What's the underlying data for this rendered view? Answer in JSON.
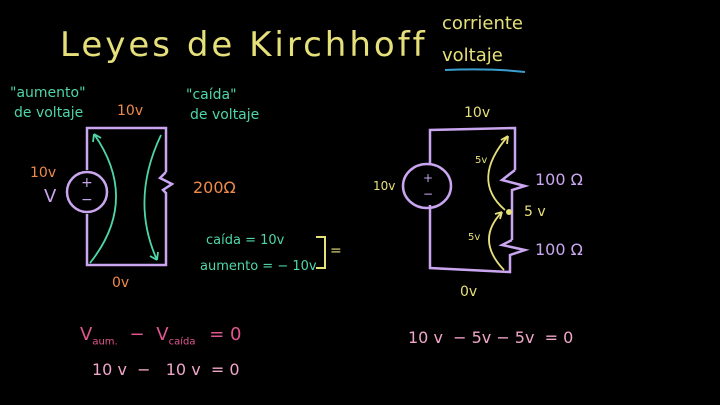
{
  "title": "Leyes de Kirchhoff",
  "topics": {
    "current": "corriente",
    "voltage": "voltaje"
  },
  "colors": {
    "background": "#000000",
    "title": "#e6e07a",
    "labels_teal": "#4fd6a8",
    "values_orange": "#f08a4b",
    "wire_lavender": "#c9a6ef",
    "equation_pink": "#e0568e",
    "equation_light_pink": "#f0a6c8",
    "underline_blue": "#3a9fd0",
    "arrow_yellow": "#e6e07a"
  },
  "left_circuit": {
    "rise_label": "\"aumento\"",
    "rise_label_2": "de voltaje",
    "drop_label": "\"caída\"",
    "drop_label_2": "de voltaje",
    "top_voltage": "10v",
    "bottom_voltage": "0v",
    "source_voltage": "10v",
    "source_symbol": "V",
    "source_plus": "+",
    "source_minus": "−",
    "resistor": "200Ω",
    "drop_eq": "caída = 10v",
    "rise_eq": "aumento = − 10v",
    "bracket_eq": "="
  },
  "right_circuit": {
    "top_voltage": "10v",
    "bottom_voltage": "0v",
    "source_voltage": "10v",
    "source_plus": "+",
    "source_minus": "−",
    "resistor_1": "100 Ω",
    "resistor_2": "100 Ω",
    "node_voltage": "5 v",
    "drop_1": "5v",
    "drop_2": "5v"
  },
  "equations": {
    "general_lhs_1": "V",
    "general_sub_1": "aum.",
    "general_minus": "−",
    "general_lhs_2": "V",
    "general_sub_2": "caída",
    "general_rhs": "= 0",
    "numeric_left": "10 v  −   10 v  = 0",
    "numeric_right": "10 v  − 5v − 5v  = 0"
  }
}
